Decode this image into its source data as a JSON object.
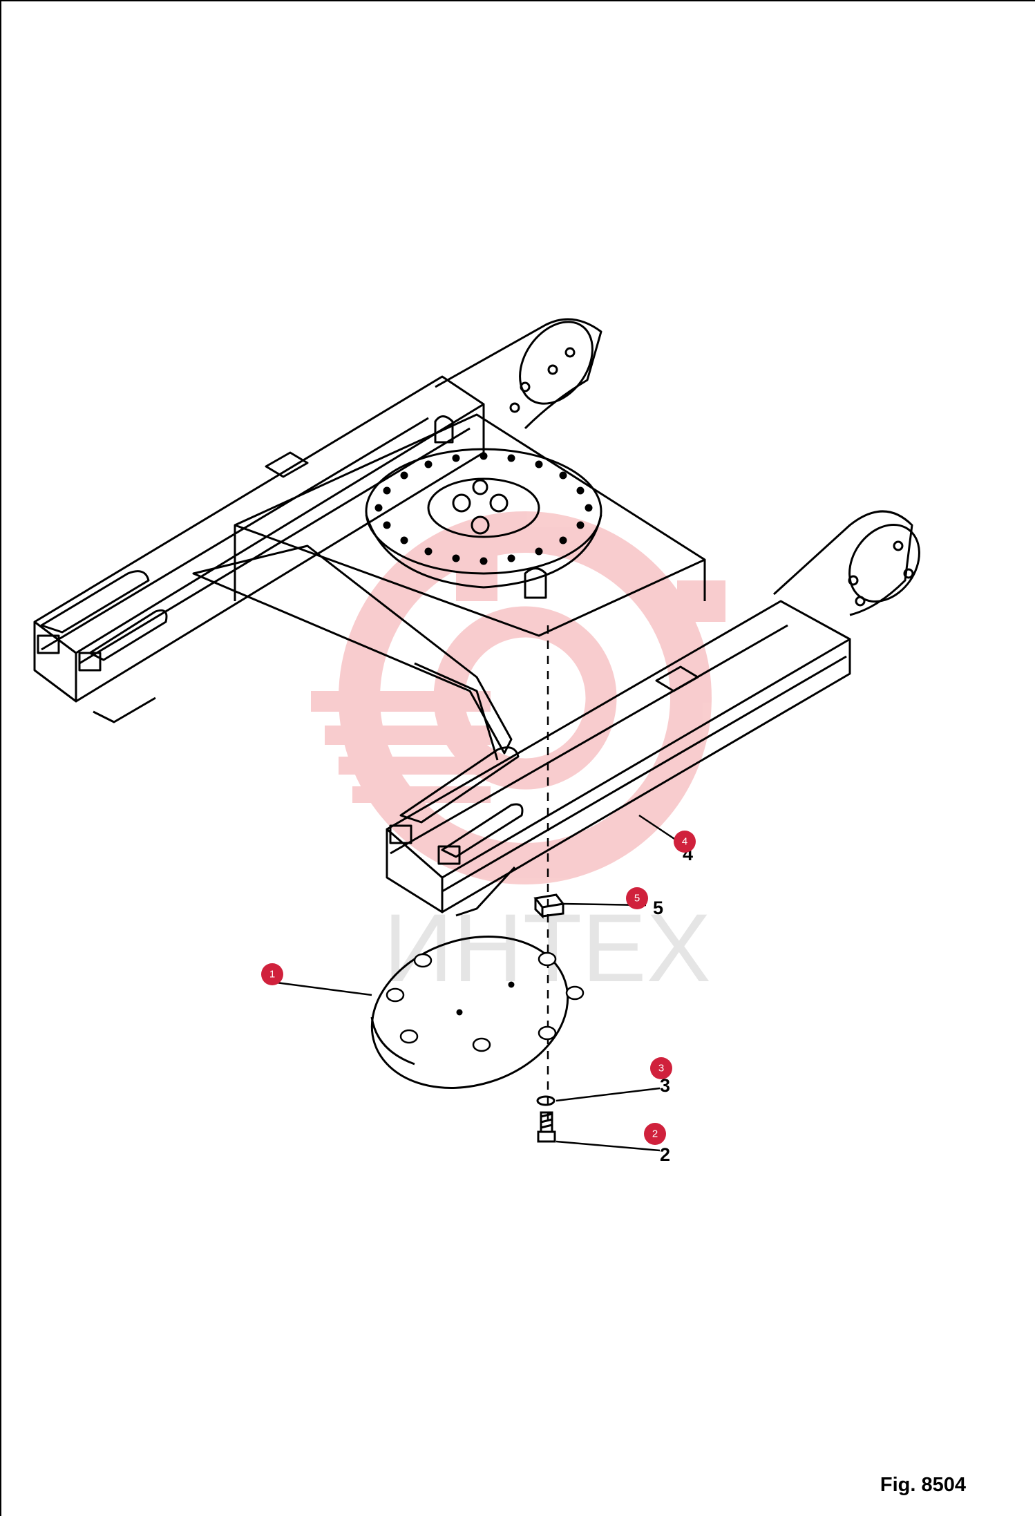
{
  "figure": {
    "label": "Fig. 8504"
  },
  "watermark": {
    "text": "ИНТЕХ",
    "color": "#e31e24"
  },
  "callouts": [
    {
      "badge": "1",
      "printed": ""
    },
    {
      "badge": "2",
      "printed": "2"
    },
    {
      "badge": "3",
      "printed": "3"
    },
    {
      "badge": "4",
      "printed": "4"
    },
    {
      "badge": "5",
      "printed": "5"
    }
  ],
  "colors": {
    "badge": "#d0213c",
    "line": "#000000"
  }
}
